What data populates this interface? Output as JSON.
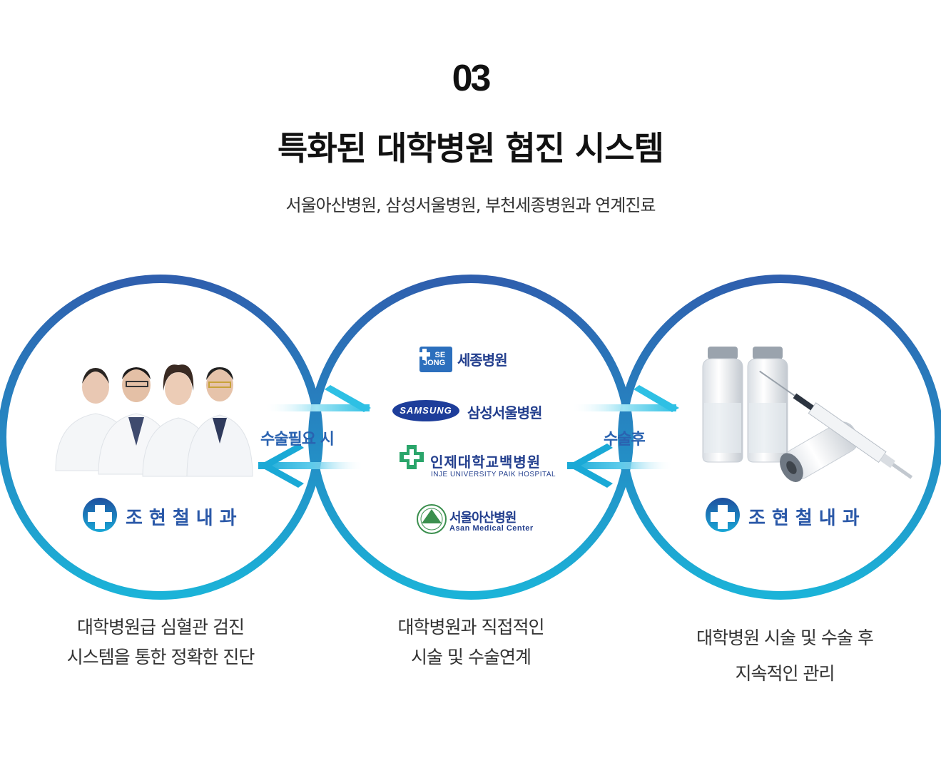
{
  "header": {
    "number": "03",
    "title": "특화된 대학병원 협진 시스템",
    "subtitle": "서울아산병원, 삼성서울병원, 부천세종병원과 연계진료"
  },
  "colors": {
    "ring_dark": "#2f5fae",
    "ring_light": "#1bb3d8",
    "brand_blue": "#2a58a8",
    "arrow_light": "#7fdcf0",
    "arrow_dark": "#1aa9d6"
  },
  "arrows": {
    "left_label": "수술필요 시",
    "right_label": "수술후"
  },
  "clinic": {
    "name": "조현철내과"
  },
  "hospitals": {
    "sejong": {
      "mark_top": "SE",
      "mark_bottom": "JONG",
      "name": "세종병원"
    },
    "samsung": {
      "mark": "SAMSUNG",
      "name": "삼성서울병원"
    },
    "inje": {
      "name": "인제대학교백병원",
      "sub": "INJE UNIVERSITY PAIK HOSPITAL"
    },
    "asan": {
      "name": "서울아산병원",
      "sub": "Asan Medical Center"
    }
  },
  "captions": {
    "left": [
      "대학병원급 심혈관 검진",
      "시스템을 통한 정확한 진단"
    ],
    "center": [
      "대학병원과 직접적인",
      "시술 및 수술연계"
    ],
    "right": [
      "대학병원 시술 및 수술 후",
      "지속적인 관리"
    ]
  }
}
